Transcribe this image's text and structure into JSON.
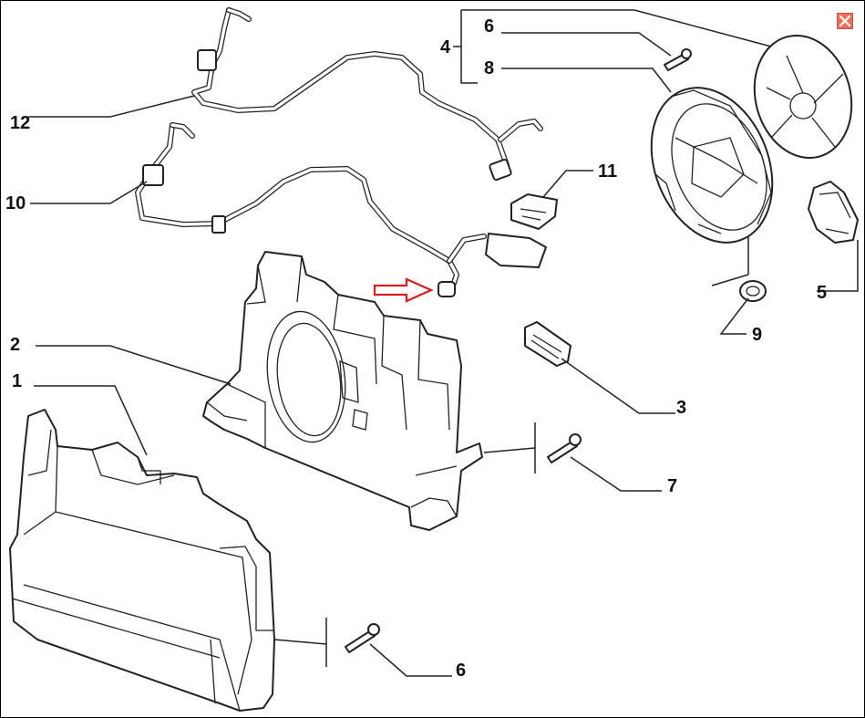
{
  "callouts": {
    "p1": "1",
    "p2": "2",
    "p3": "3",
    "p4": "4",
    "p5": "5",
    "p6_top": "6",
    "p6_bottom": "6",
    "p7": "7",
    "p8": "8",
    "p9": "9",
    "p10": "10",
    "p11": "11",
    "p12": "12"
  },
  "icons": {
    "close": "close-icon",
    "arrow": "right-arrow-icon"
  },
  "colors": {
    "close_button": "#e8735a",
    "highlight_arrow": "#d42020",
    "line_art": "#222222"
  }
}
